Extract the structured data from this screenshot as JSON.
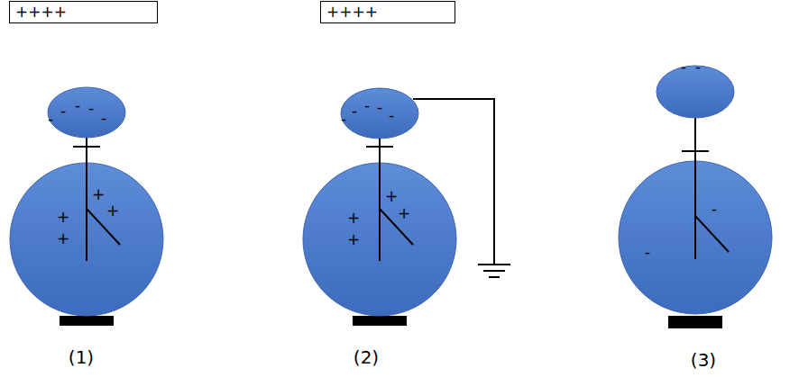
{
  "diagram": {
    "nodes": [
      {
        "text": [
          "++++"
        ]
      },
      {
        "text": [
          "-",
          "-",
          "-",
          "-",
          "-"
        ]
      },
      {
        "text": [
          "+",
          "+",
          "+",
          "+"
        ]
      },
      {
        "text": [
          "++++"
        ]
      },
      {
        "text": [
          "-",
          "-",
          "-",
          "-",
          "-"
        ]
      },
      {
        "text": [
          "+",
          "+",
          "+",
          "+"
        ]
      },
      {
        "text": [
          "-",
          "-"
        ]
      },
      {
        "text": [
          "-",
          "-"
        ]
      }
    ],
    "edges": [
      {
        "from": 1,
        "to": 2,
        "arrow": "none"
      },
      {
        "from": 4,
        "to": 5,
        "arrow": "none"
      },
      {
        "from": 6,
        "to": 7,
        "arrow": "none"
      }
    ],
    "labels": [
      "(1)",
      "(2)",
      "(3)"
    ]
  }
}
